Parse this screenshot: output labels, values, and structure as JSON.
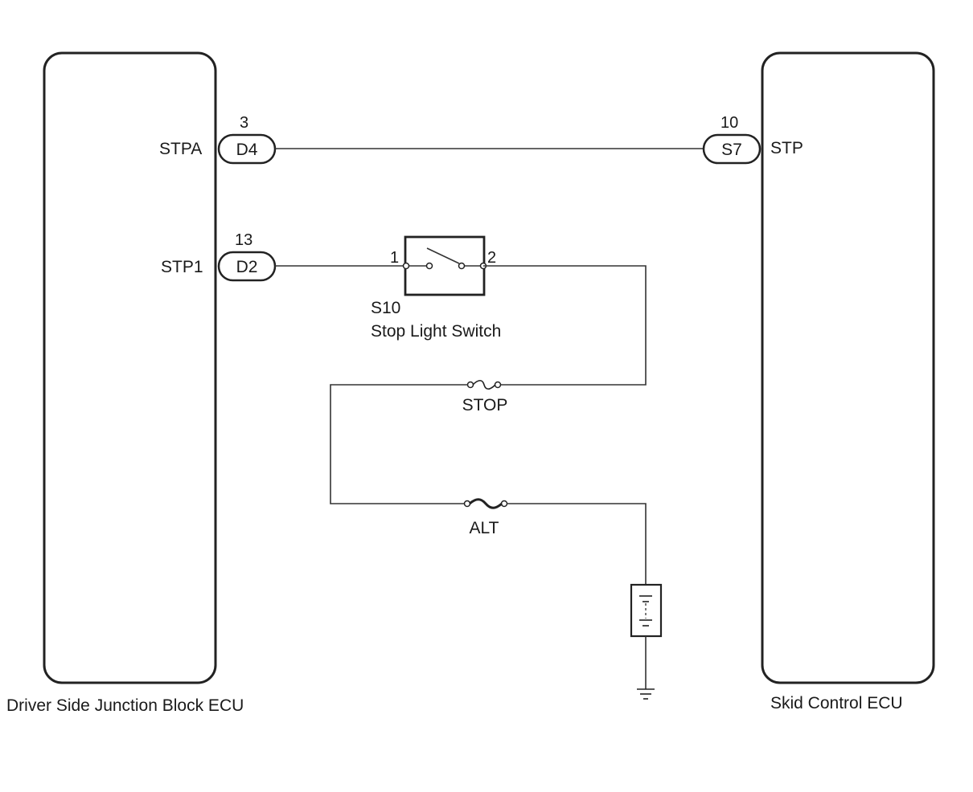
{
  "ecu_left": {
    "name": "Driver Side Junction Block ECU",
    "terminals": [
      {
        "label": "STPA",
        "connector": "D4",
        "pin": "3"
      },
      {
        "label": "STP1",
        "connector": "D2",
        "pin": "13"
      }
    ]
  },
  "ecu_right": {
    "name": "Skid Control ECU",
    "terminals": [
      {
        "label": "STP",
        "connector": "S7",
        "pin": "10"
      }
    ]
  },
  "switch": {
    "code": "S10",
    "name": "Stop Light Switch",
    "pin_in": "1",
    "pin_out": "2"
  },
  "fuses": [
    {
      "name": "STOP"
    },
    {
      "name": "ALT"
    }
  ],
  "colors": {
    "line": "#333333",
    "outline": "#222222",
    "text": "#1a1a1a"
  }
}
